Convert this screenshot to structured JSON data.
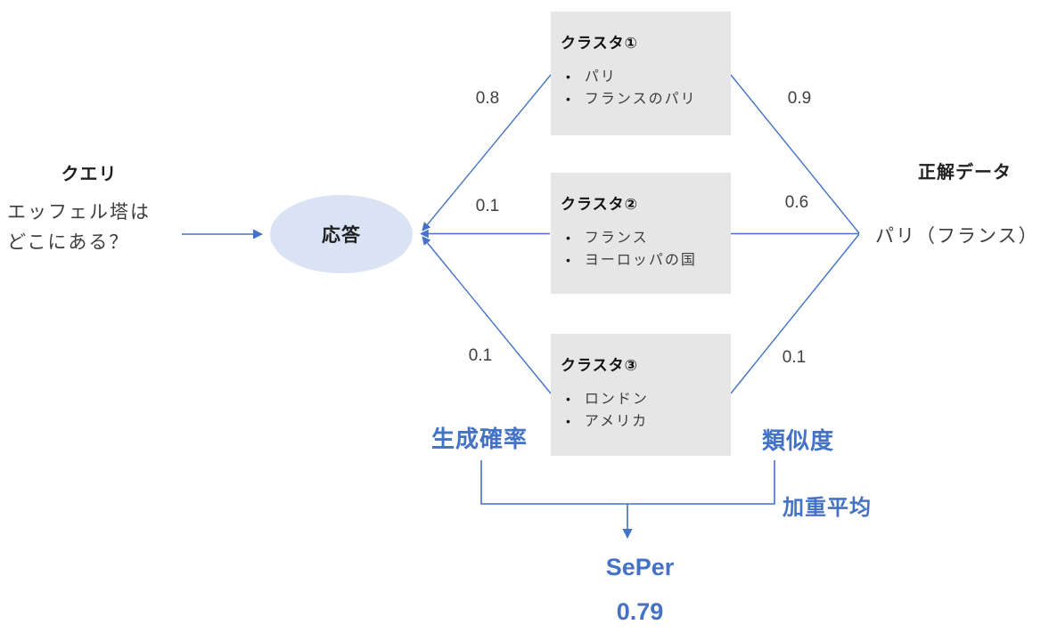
{
  "query": {
    "heading": "クエリ",
    "text_line1": "エッフェル塔は",
    "text_line2": "どこにある？"
  },
  "response": {
    "label": "応答"
  },
  "clusters": [
    {
      "title": "クラスタ①",
      "items": [
        "パリ",
        "フランスのパリ"
      ],
      "gen_prob": "0.8",
      "similarity": "0.9"
    },
    {
      "title": "クラスタ②",
      "items": [
        "フランス",
        "ヨーロッパの国"
      ],
      "gen_prob": "0.1",
      "similarity": "0.6"
    },
    {
      "title": "クラスタ③",
      "items": [
        "ロンドン",
        "アメリカ"
      ],
      "gen_prob": "0.1",
      "similarity": "0.1"
    }
  ],
  "ground_truth": {
    "heading": "正解データ",
    "text": "パリ（フランス）"
  },
  "annotations": {
    "gen_prob_label": "生成確率",
    "similarity_label": "類似度",
    "weighted_avg_label": "加重平均",
    "metric_name": "SePer",
    "metric_value": "0.79"
  },
  "colors": {
    "accent_blue": "#4472C4",
    "box_gray": "#E7E6E6",
    "ellipse_fill": "#DAE3F3",
    "text_dark": "#3d3d3d"
  }
}
